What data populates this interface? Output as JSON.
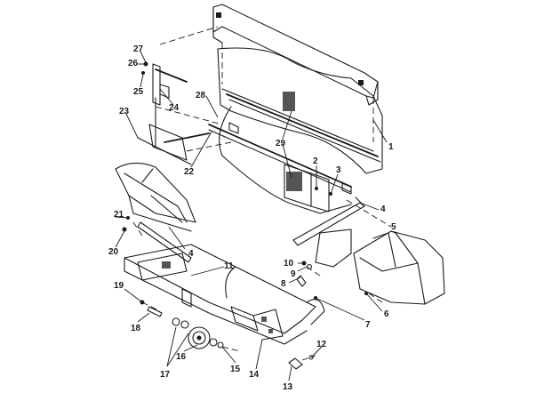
{
  "callouts": {
    "c1": "1",
    "c2": "2",
    "c3": "3",
    "c4a": "4",
    "c4b": "4",
    "c5": "5",
    "c6": "6",
    "c7": "7",
    "c8": "8",
    "c9": "9",
    "c10": "10",
    "c11": "11",
    "c12": "12",
    "c13": "13",
    "c14": "14",
    "c15": "15",
    "c16": "16",
    "c17": "17",
    "c18": "18",
    "c19": "19",
    "c20": "20",
    "c21": "21",
    "c22": "22",
    "c23": "23",
    "c24": "24",
    "c25": "25",
    "c26": "26",
    "c27": "27",
    "c28": "28",
    "c29": "29"
  }
}
